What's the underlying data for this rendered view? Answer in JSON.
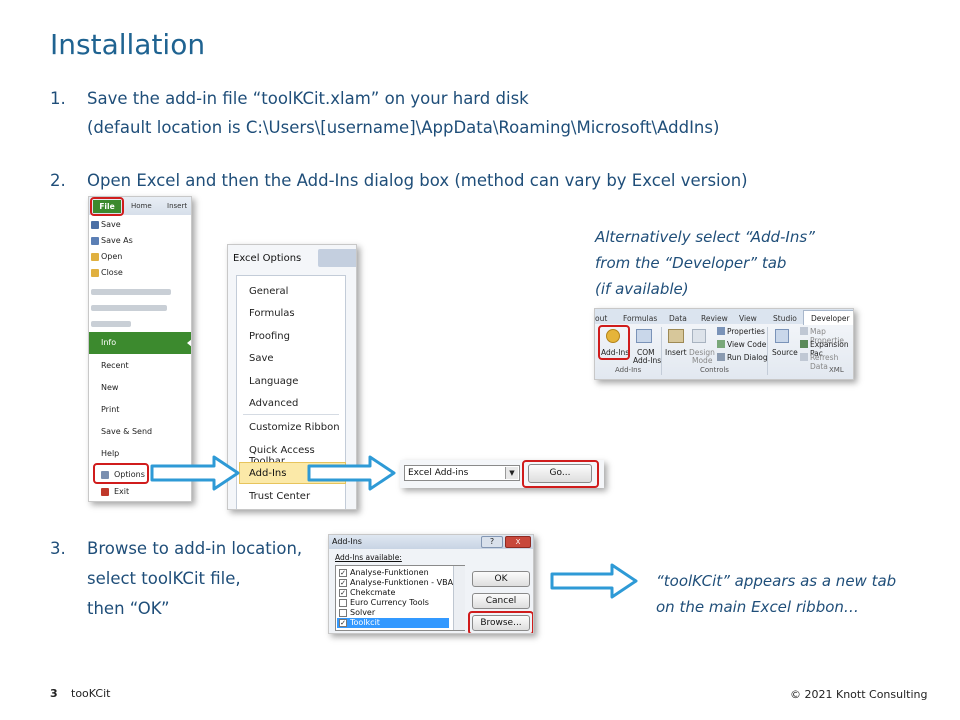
{
  "title": "Installation",
  "step1": {
    "num": "1.",
    "line1": "Save the add-in file “toolKCit.xlam” on your hard disk",
    "line2": "(default location is C:\\Users\\[username]\\AppData\\Roaming\\Microsoft\\AddIns)"
  },
  "step2": {
    "num": "2.",
    "line1": "Open Excel and then the Add-Ins dialog box (method can vary by Excel version)"
  },
  "alt_note": {
    "line1": "Alternatively select “Add-Ins”",
    "line2": "from the “Developer” tab",
    "line3": "(if available)"
  },
  "step3": {
    "num": "3.",
    "line1": "Browse to add-in location,",
    "line2": "select toolKCit file,",
    "line3": "then “OK”"
  },
  "result_note": {
    "line1": "“toolKCit” appears as a new tab",
    "line2": "on the main Excel ribbon…"
  },
  "file_menu": {
    "tabs": [
      "File",
      "Home",
      "Insert"
    ],
    "top_items": [
      "Save",
      "Save As",
      "Open",
      "Close"
    ],
    "active_item": "Info",
    "items": [
      "Recent",
      "New",
      "Print",
      "Save & Send",
      "Help"
    ],
    "options": "Options",
    "exit": "Exit",
    "accent": "#3c8a2e"
  },
  "excel_options": {
    "title": "Excel Options",
    "items": [
      "General",
      "Formulas",
      "Proofing",
      "Save",
      "Language",
      "Advanced",
      "Customize Ribbon",
      "Quick Access Toolbar"
    ],
    "selected": "Add-Ins",
    "last": "Trust Center"
  },
  "manage": {
    "select_value": "Excel Add-ins",
    "go_label": "Go..."
  },
  "ribbon": {
    "tabs": [
      "out",
      "Formulas",
      "Data",
      "Review",
      "View",
      "Studio",
      "Developer"
    ],
    "addins_label": "Add-Ins",
    "com_label1": "COM",
    "com_label2": "Add-Ins",
    "insert_label": "Insert",
    "design_label1": "Design",
    "design_label2": "Mode",
    "properties": "Properties",
    "view_code": "View Code",
    "run_dialog": "Run Dialog",
    "source": "Source",
    "map_properties": "Map Propertie",
    "expansion_packs": "Expansion Pac",
    "refresh_data": "Refresh Data",
    "group_addins": "Add-Ins",
    "group_controls": "Controls",
    "group_xml": "XML"
  },
  "addins_dialog": {
    "title": "Add-Ins",
    "help": "?",
    "close": "X",
    "available_label": "Add-Ins available:",
    "items": [
      {
        "label": "Analyse-Funktionen",
        "checked": "✓"
      },
      {
        "label": "Analyse-Funktionen - VBA",
        "checked": "✓"
      },
      {
        "label": "Chekcmate",
        "checked": "✓"
      },
      {
        "label": "Euro Currency Tools",
        "checked": ""
      },
      {
        "label": "Solver",
        "checked": ""
      },
      {
        "label": "Toolkcit",
        "checked": "✓"
      }
    ],
    "ok": "OK",
    "cancel": "Cancel",
    "browse": "Browse..."
  },
  "footer": {
    "page": "3",
    "name": "tooKCit",
    "copyright": "© 2021 Knott Consulting"
  },
  "colors": {
    "text": "#1f4e79",
    "arrow": "#2e9ad6",
    "highlight": "#d01c1c",
    "selected_bg": "#fbe9a8"
  }
}
